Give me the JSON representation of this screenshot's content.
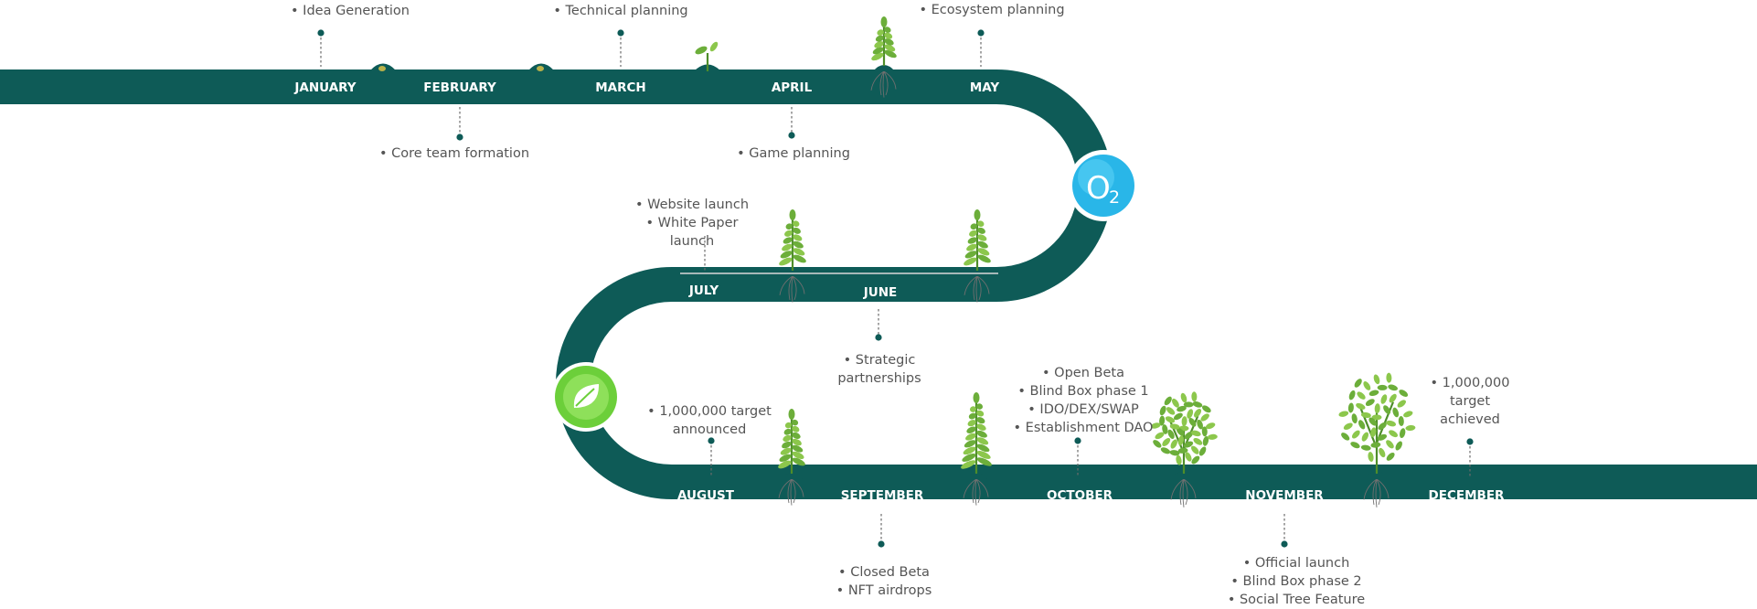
{
  "months": [
    {
      "key": "january",
      "label": "JANUARY",
      "notes": [
        "• Idea Generation"
      ]
    },
    {
      "key": "february",
      "label": "FEBRUARY",
      "notes": [
        "• Core team formation"
      ]
    },
    {
      "key": "march",
      "label": "MARCH",
      "notes": [
        "• Technical planning"
      ]
    },
    {
      "key": "april",
      "label": "APRIL",
      "notes": [
        "• Game planning"
      ]
    },
    {
      "key": "may",
      "label": "MAY",
      "notes": [
        "•  Ecosystem planning"
      ]
    },
    {
      "key": "june",
      "label": "JUNE",
      "notes": [
        "• Strategic",
        "partnerships"
      ]
    },
    {
      "key": "july",
      "label": "JULY",
      "notes": [
        "• Website launch",
        "• White Paper",
        "launch"
      ]
    },
    {
      "key": "august",
      "label": "AUGUST",
      "notes": [
        "• 1,000,000 target",
        "announced"
      ]
    },
    {
      "key": "september",
      "label": "SEPTEMBER",
      "notes": [
        "• Closed Beta",
        "• NFT airdrops"
      ]
    },
    {
      "key": "october",
      "label": "OCTOBER",
      "notes": [
        "• Open Beta",
        "• Blind Box phase 1",
        "• IDO/DEX/SWAP",
        "• Establishment DAO"
      ]
    },
    {
      "key": "november",
      "label": "NOVEMBER",
      "notes": [
        "• Official launch",
        "• Blind Box phase 2",
        "• Social Tree Feature"
      ]
    },
    {
      "key": "december",
      "label": "DECEMBER",
      "notes": [
        "• 1,000,000",
        "target",
        "achieved"
      ]
    }
  ],
  "badges": {
    "oxygen": {
      "main": "O",
      "sub": "2",
      "name": "oxygen-badge"
    },
    "leaf": {
      "icon": "leaf-icon"
    }
  },
  "colors": {
    "track": "#0e5b57",
    "month_text": "#ffffff",
    "note_text": "#555555",
    "plant": "#6cae3a",
    "oxygen_badge": "#29b6e8",
    "leaf_badge": "#6ccf3a"
  }
}
